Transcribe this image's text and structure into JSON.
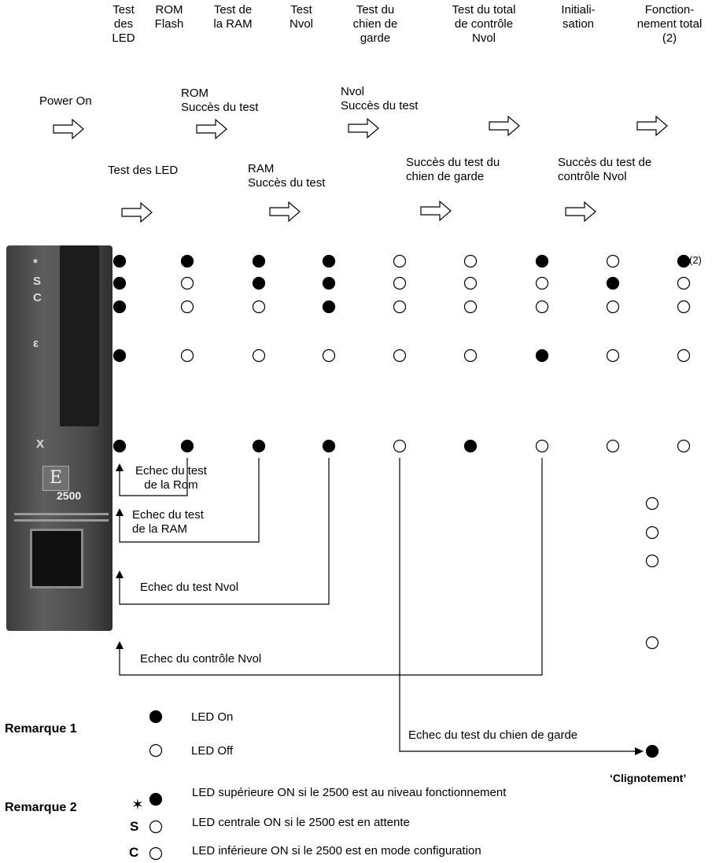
{
  "headers": [
    "Test\ndes\nLED",
    "ROM\nFlash",
    "Test de\nla RAM",
    "Test\nNvol",
    "Test du\nchien de\ngarde",
    "Test du total\nde contrôle\nNvol",
    "Initiali-\nsation",
    "Fonction-\nnement total\n(2)"
  ],
  "flow_labels": {
    "power_on": "Power On",
    "rom_success": "ROM\nSuccès du test",
    "nvol_success": "Nvol\nSuccès du test",
    "led_test": "Test des LED",
    "ram_success": "RAM\nSuccès du test",
    "watchdog_success": "Succès du test du\nchien de garde",
    "nvol_check_success": "Succès du test de\ncontrôle Nvol"
  },
  "led_matrix": {
    "row_labels": [
      "*",
      "S",
      "C",
      "ε",
      "X"
    ],
    "rows": [
      [
        1,
        1,
        1,
        1,
        0,
        0,
        1,
        0,
        1
      ],
      [
        1,
        0,
        1,
        1,
        0,
        0,
        0,
        1,
        0
      ],
      [
        1,
        0,
        0,
        1,
        0,
        0,
        0,
        0,
        0
      ],
      [
        1,
        0,
        0,
        0,
        0,
        0,
        1,
        0,
        0
      ],
      [
        1,
        1,
        1,
        1,
        0,
        1,
        0,
        0,
        0
      ]
    ],
    "note_2": "(2)"
  },
  "extra_led_column": [
    0,
    0,
    0,
    0
  ],
  "failures": {
    "rom": "Echec du test\nde la Rom",
    "ram": "Echec du test\nde la RAM",
    "nvol": "Echec du test Nvol",
    "nvol_check": "Echec du contrôle Nvol",
    "watchdog": "Echec du test du chien de garde"
  },
  "blinking_label": "‘Clignotement’",
  "device": {
    "led_labels": [
      "*",
      "S",
      "C",
      "ε",
      "X"
    ],
    "model": "2500",
    "logo": "E"
  },
  "remarque1": {
    "title": "Remarque 1",
    "on_label": "LED On",
    "off_label": "LED Off"
  },
  "remarque2": {
    "title": "Remarque 2",
    "items": [
      {
        "symbol": "✶",
        "state": 1,
        "text": "LED supérieure ON si le 2500 est au niveau fonctionnement"
      },
      {
        "symbol": "S",
        "state": 0,
        "text": "LED centrale ON si le 2500 est en attente"
      },
      {
        "symbol": "C",
        "state": 0,
        "text": "LED inférieure ON si le 2500 est en mode configuration"
      }
    ]
  }
}
